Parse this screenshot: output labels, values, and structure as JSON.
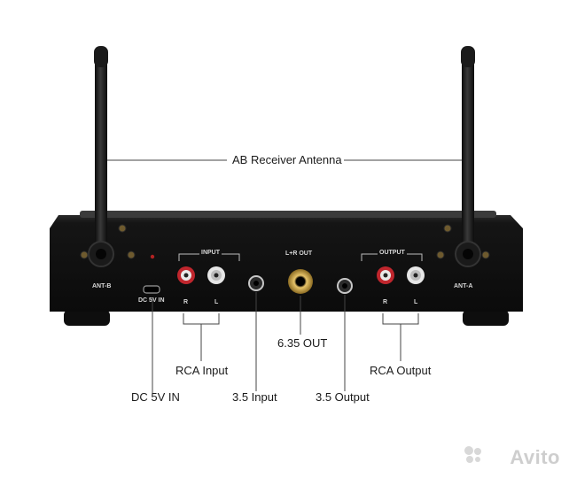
{
  "annotations": {
    "antenna": "AB Receiver Antenna",
    "out_635": "6.35 OUT",
    "rca_input": "RCA Input",
    "rca_output": "RCA Output",
    "dc_in": "DC 5V IN",
    "in_35": "3.5 Input",
    "out_35": "3.5 Output"
  },
  "panel": {
    "ant_b": "ANT-B",
    "ant_a": "ANT-A",
    "input": "INPUT",
    "output": "OUTPUT",
    "lr_out": "L+R OUT",
    "dc_label": "DC 5V IN",
    "in_r": "R",
    "in_l": "L",
    "out_r": "R",
    "out_l": "L"
  },
  "watermark": {
    "text": "Avito"
  },
  "colors": {
    "device": "#111111",
    "rca_red": "#c0262d",
    "rca_white": "#e6e6e6",
    "gold": "#c9a24a"
  }
}
